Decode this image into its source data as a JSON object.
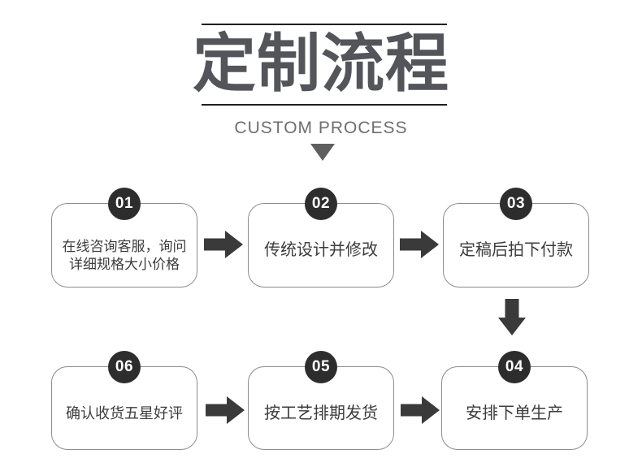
{
  "header": {
    "title": "定制流程",
    "subtitle": "CUSTOM PROCESS"
  },
  "steps": [
    {
      "number": "01",
      "lines": [
        "在线咨询客服，询问",
        "详细规格大小价格"
      ]
    },
    {
      "number": "02",
      "lines": [
        "传统设计并修改"
      ]
    },
    {
      "number": "03",
      "lines": [
        "定稿后拍下付款"
      ]
    },
    {
      "number": "04",
      "lines": [
        "安排下单生产"
      ]
    },
    {
      "number": "05",
      "lines": [
        "按工艺排期发货"
      ]
    },
    {
      "number": "06",
      "lines": [
        "确认收货五星好评"
      ]
    }
  ],
  "icons": {
    "triangle_down": "triangle-down-icon",
    "arrow_right": "arrow-right-icon",
    "arrow_down": "arrow-down-icon"
  },
  "colors": {
    "background": "#ffffff",
    "rule": "#1f1f1f",
    "title": "#54555a",
    "subtitle": "#6e6e6e",
    "triangle": "#5f5f5f",
    "badge_bg": "#2d2d2d",
    "badge_text": "#ffffff",
    "box_border": "#8c8c8c",
    "box_text": "#3c3c3c",
    "arrow": "#3a3a3a"
  }
}
